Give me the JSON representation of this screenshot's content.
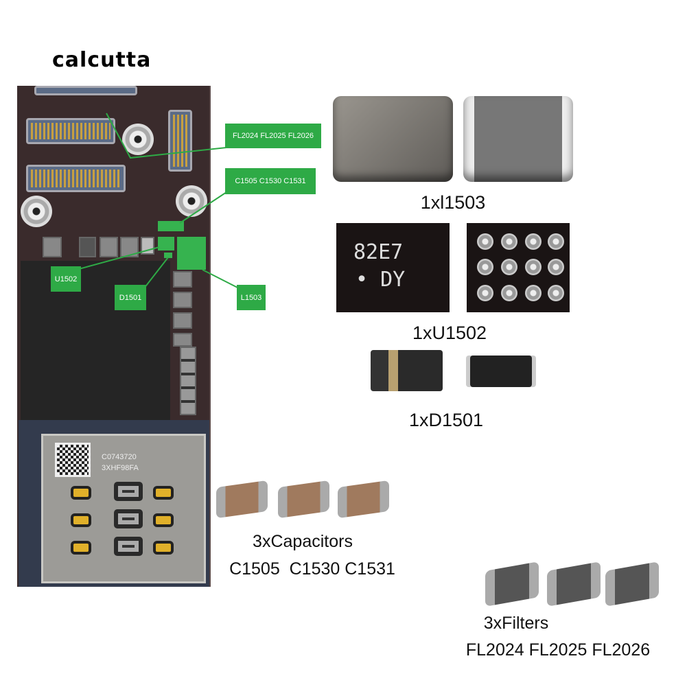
{
  "brand": {
    "logo_text": "calcutta"
  },
  "board": {
    "labels": {
      "filters": "FL2024 FL2025 FL2026",
      "capacitors": "C1505 C1530 C1531",
      "u1502": "U1502",
      "d1501": "D1501",
      "l1503": "L1503"
    },
    "sim_text": [
      "C0743720",
      "3XHF98FA"
    ],
    "accent_green": "#2eaa46"
  },
  "parts": {
    "inductor": {
      "caption": "1xl1503"
    },
    "ic": {
      "caption": "1xU1502",
      "marking_line1": "82E7",
      "marking_line2": "• DY"
    },
    "diode": {
      "caption": "1xD1501"
    },
    "capacitors": {
      "caption": "3xCapacitors",
      "refs": "C1505  C1530 C1531"
    },
    "filters": {
      "caption": "3xFilters",
      "refs": "FL2024 FL2025 FL2026"
    }
  }
}
